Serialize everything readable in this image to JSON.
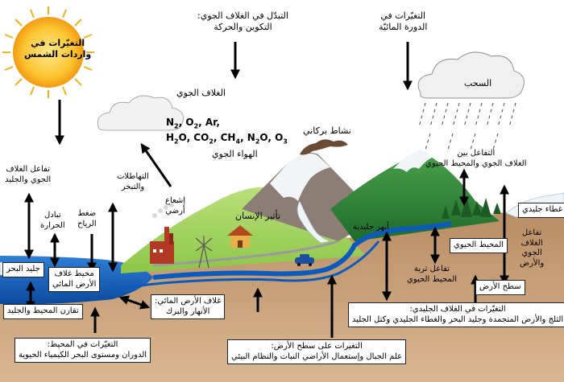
{
  "labels": {
    "solar": [
      "التغيّرات في",
      "واردات الشمس"
    ],
    "atmos_change": [
      "التبدّل في الغلاف الجوي:",
      "التكوين والحركة"
    ],
    "hydro_change": [
      "التغيّرات في",
      "الدورة المائيّة"
    ],
    "clouds": "السحب",
    "atmosphere": "الغلاف الجوي",
    "volcanic": "نشاط بركاني",
    "atmos_air": "الهواء الجوي",
    "atmos_bio": [
      "التفاعل بين",
      "الغلاف الجوي والمحيط الحيوي"
    ],
    "atmos_ice": [
      "تفاعل الغلاف",
      "الجوي والجليد"
    ],
    "heat_exchange": [
      "تبادل",
      "الحرارة"
    ],
    "wind_stress": [
      "ضغط",
      "الرياح"
    ],
    "precip_evap": [
      "التهاطلات",
      "والتبخر"
    ],
    "terrestrial_radiation": [
      "إشعاع",
      "أرضي"
    ],
    "human_impact": "تأثير الإنسان",
    "glacier": "أنهر جليدية",
    "ice_sheet": "غطاء جليدي",
    "land_atmos": [
      "تفاعل",
      "الغلاف",
      "الجوي",
      "والأرض"
    ],
    "biosphere": "المحيط الحيوي",
    "soil_bio": [
      "تفاعل تربة",
      "المحيط الحيوي"
    ],
    "land_surface": "سطح الأرض",
    "sea_ice": "جليد البحر",
    "hydrosphere_ocean": [
      "محيط غلاف",
      "الأرض المائي"
    ],
    "ice_ocean": "تقارن المحيط والجليد",
    "hydrosphere_rivers": [
      "غلاف الأرض المائي:",
      "الأنهار والبرك"
    ],
    "ocean_change": [
      "التغيّرات في المحيط:",
      "الدوران ومستوى البحر الكيمياء الحيوية"
    ],
    "land_change": [
      "التغيرات على سطح الأرض:",
      "علم الجبال وإستعمال الأراضي النبات والنظام البيئي"
    ],
    "cryo_change": [
      "التغيّرات في الغلاف الجليدي:",
      "الثلج والأرض المتجمدة وجليد البحر والغطاء الجليدي وكتل الجليد"
    ]
  },
  "gases": {
    "line1": [
      [
        "N",
        "2"
      ],
      [
        ", O",
        "2"
      ],
      [
        ",  Ar,",
        ""
      ]
    ],
    "line2": [
      [
        "H",
        "2"
      ],
      [
        "O, CO",
        "2"
      ],
      [
        ", CH",
        "4"
      ],
      [
        ", N",
        "2"
      ],
      [
        "O, O",
        "3"
      ]
    ]
  },
  "colors": {
    "sun": "#f7b21b",
    "ocean": "#0a5bbd",
    "grass": "#9ed35a",
    "forest": "#2f8a3c",
    "mountain": "#8c7e74",
    "soil": "#c59b72",
    "ice": "#eef4f8",
    "smoke": "#6b4b34"
  }
}
